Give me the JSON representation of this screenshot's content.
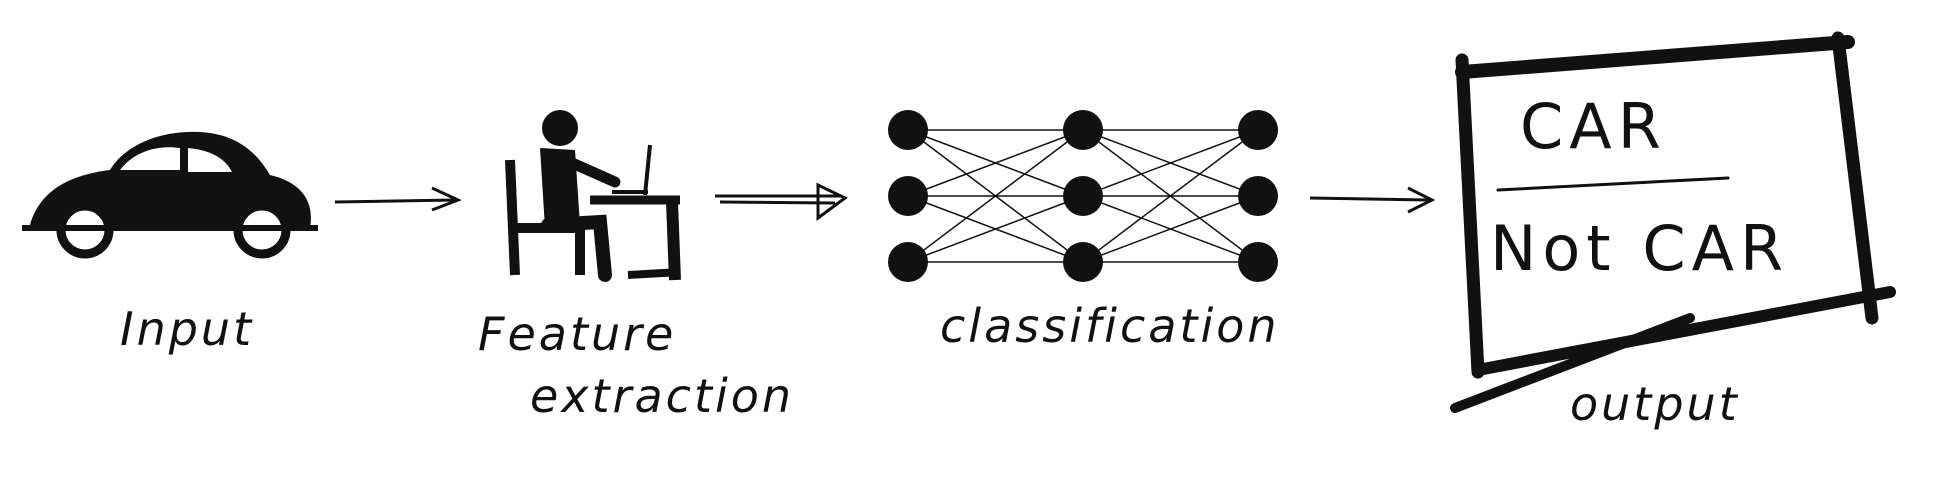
{
  "diagram": {
    "stages": [
      {
        "id": "input",
        "label": "Input",
        "icon": "car-icon"
      },
      {
        "id": "feature",
        "label_line1": "Feature",
        "label_line2": "extraction",
        "icon": "person-at-computer-icon"
      },
      {
        "id": "classification",
        "label": "classification",
        "icon": "neural-network-icon"
      },
      {
        "id": "output",
        "label": "output",
        "icon": "output-box-icon"
      }
    ],
    "output_box": {
      "option_top": "CAR",
      "option_bottom": "Not CAR"
    },
    "network_layers": [
      3,
      3,
      3
    ],
    "stroke_color": "#111111",
    "background": "#ffffff"
  }
}
